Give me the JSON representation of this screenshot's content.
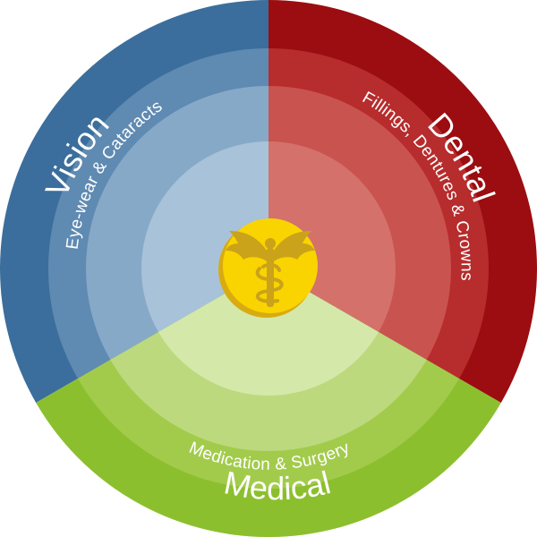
{
  "diagram": {
    "segments": [
      {
        "id": "vision",
        "title": "Vision",
        "subtitle": "Eye-wear & Cataracts",
        "colors": {
          "outer": "#3b6e9c",
          "mid": "#5f8ab2",
          "inner": "#87a9c8",
          "core": "#a8c2d9"
        }
      },
      {
        "id": "dental",
        "title": "Dental",
        "subtitle": "Fillings, Dentures & Crowns",
        "colors": {
          "outer": "#9b0d10",
          "mid": "#b72c2c",
          "inner": "#c9534f",
          "core": "#d4716b"
        }
      },
      {
        "id": "medical",
        "title": "Medical",
        "subtitle": "Medication & Surgery",
        "colors": {
          "outer": "#8cbf2e",
          "mid": "#a2cb4c",
          "inner": "#bcd97d",
          "core": "#d4e8aa"
        }
      }
    ],
    "center_icon": {
      "name": "caduceus-icon",
      "colors": {
        "coin": "#f9d400",
        "coin_shadow": "#d8ab12",
        "symbol": "#caa31a"
      }
    }
  }
}
